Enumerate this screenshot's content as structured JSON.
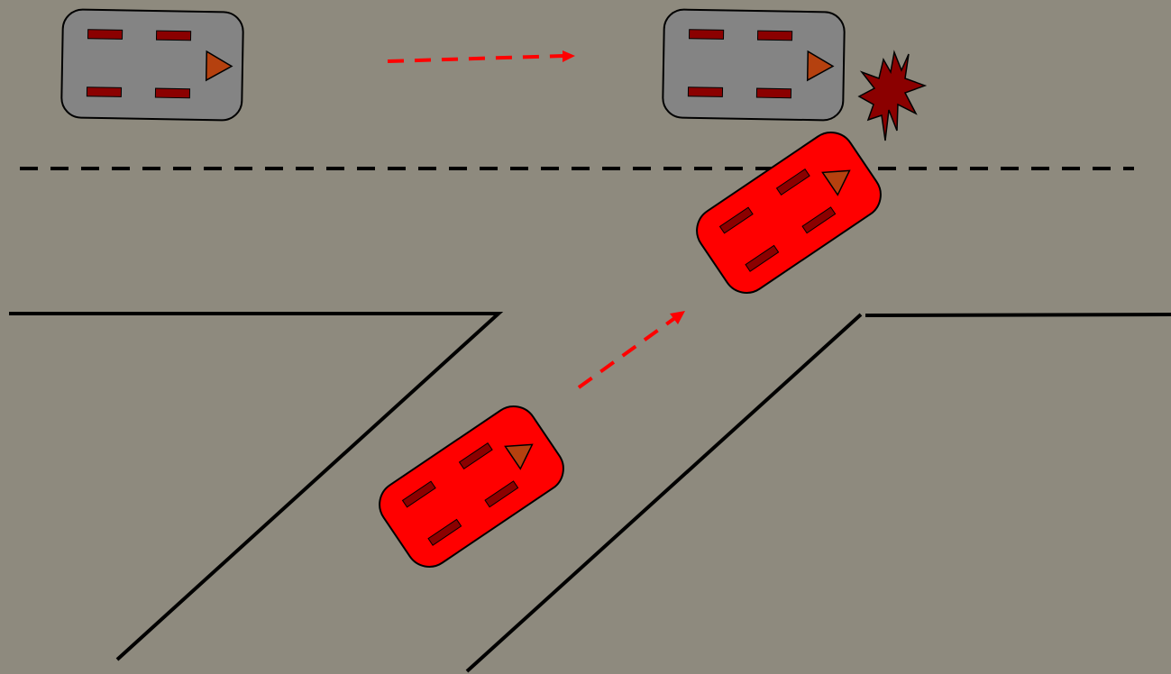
{
  "scene": {
    "description_tag": "",
    "colors": {
      "road": "#8e8a7e",
      "line": "#000000",
      "gray_car": "#848484",
      "red_car": "#ff0000",
      "car_mark": "#8b0000",
      "arrow_head": "#b5410f",
      "motion_arrow": "#ff0000",
      "impact": "#8b0000"
    },
    "icons": {
      "vehicle": "car-top-view",
      "impact": "collision-starburst",
      "motion": "dashed-arrow"
    }
  }
}
